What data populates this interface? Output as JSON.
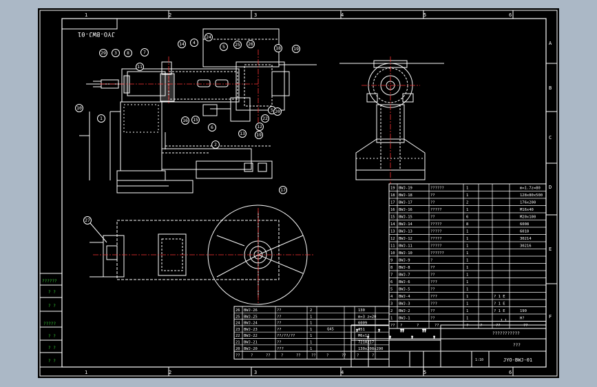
{
  "window": {
    "background_color": "#abb8c6",
    "canvas_color": "#000000"
  },
  "frame": {
    "column_numbers": [
      "1",
      "2",
      "3",
      "4",
      "5",
      "6"
    ],
    "row_letters": [
      "A",
      "B",
      "C",
      "D",
      "E",
      "F"
    ]
  },
  "drawing_code": "JYO-BWJ-01",
  "drawing_code_mirrored": "JYO-BWJ-01",
  "balloons_front": [
    "29",
    "3",
    "8",
    "7",
    "11",
    "14",
    "4",
    "24",
    "5",
    "25",
    "26",
    "18",
    "19",
    "10",
    "1",
    "16",
    "15",
    "6",
    "13",
    "19",
    "22",
    "5",
    "20",
    "12",
    "2",
    "17"
  ],
  "balloon_top": "27",
  "bom_right": [
    {
      "no": "19",
      "code": "BWJ-19",
      "name": "??????",
      "qty": "1",
      "mat": "",
      "spec": "m=1.7z=80"
    },
    {
      "no": "18",
      "code": "BWJ-18",
      "name": "??",
      "qty": "1",
      "mat": "",
      "spec": "128x80x500"
    },
    {
      "no": "17",
      "code": "BWJ-17",
      "name": "??",
      "qty": "2",
      "mat": "",
      "spec": "176x200"
    },
    {
      "no": "16",
      "code": "BWJ-16",
      "name": "?????",
      "qty": "1",
      "mat": "",
      "spec": "M16x40"
    },
    {
      "no": "15",
      "code": "BWJ-15",
      "name": "??",
      "qty": "6",
      "mat": "",
      "spec": "M20x100"
    },
    {
      "no": "14",
      "code": "BWJ-14",
      "name": "?????",
      "qty": "8",
      "mat": "",
      "spec": "6008"
    },
    {
      "no": "13",
      "code": "BWJ-13",
      "name": "?????",
      "qty": "1",
      "mat": "",
      "spec": "6010"
    },
    {
      "no": "12",
      "code": "BWJ-12",
      "name": "?????",
      "qty": "1",
      "mat": "",
      "spec": "30214"
    },
    {
      "no": "11",
      "code": "BWJ-11",
      "name": "?????",
      "qty": "1",
      "mat": "",
      "spec": "30216"
    },
    {
      "no": "10",
      "code": "BWJ-10",
      "name": "??????",
      "qty": "1",
      "mat": "",
      "spec": ""
    },
    {
      "no": "9",
      "code": "BWJ-9",
      "name": "?",
      "qty": "1",
      "mat": "",
      "spec": ""
    },
    {
      "no": "8",
      "code": "BWJ-8",
      "name": "??",
      "qty": "1",
      "mat": "",
      "spec": ""
    },
    {
      "no": "7",
      "code": "BWJ-7",
      "name": "??",
      "qty": "1",
      "mat": "",
      "spec": ""
    },
    {
      "no": "6",
      "code": "BWJ-6",
      "name": "???",
      "qty": "1",
      "mat": "",
      "spec": ""
    },
    {
      "no": "5",
      "code": "BWJ-5",
      "name": "??",
      "qty": "1",
      "mat": "",
      "spec": ""
    },
    {
      "no": "4",
      "code": "BWJ-4",
      "name": "???",
      "qty": "1",
      "mat": "? 1 E",
      "spec": ""
    },
    {
      "no": "3",
      "code": "BWJ-3",
      "name": "???",
      "qty": "1",
      "mat": "? 1 E",
      "spec": ""
    },
    {
      "no": "2",
      "code": "BWJ-2",
      "name": "??",
      "qty": "1",
      "mat": "? 1 E",
      "spec": "190"
    },
    {
      "no": "1",
      "code": "BWJ-1",
      "name": "??",
      "qty": "1",
      "mat": "",
      "spec": "H?"
    }
  ],
  "bom_right_header": [
    "??",
    "?",
    "?",
    "??",
    "?",
    "?",
    "??",
    "??"
  ],
  "bom_bottom": [
    {
      "no": "26",
      "code": "BWJ-26",
      "name": "??",
      "qty": "2",
      "spec": "130"
    },
    {
      "no": "25",
      "code": "BWJ-25",
      "name": "??",
      "qty": "1",
      "spec": "m=3 z=20"
    },
    {
      "no": "24",
      "code": "BWJ-24",
      "name": "??",
      "qty": "1",
      "spec": "6009"
    },
    {
      "no": "23",
      "code": "BWJ-23",
      "name": "??",
      "qty": "1",
      "spec": "Φ51"
    },
    {
      "no": "22",
      "code": "BWJ-22",
      "name": "??/??/??",
      "qty": "1",
      "spec": "M6x12"
    },
    {
      "no": "21",
      "code": "BWJ-21",
      "name": "??",
      "qty": "1",
      "spec": "7210217"
    },
    {
      "no": "20",
      "code": "BWJ-20",
      "name": "???",
      "qty": "1",
      "spec": "130x208x290"
    }
  ],
  "bom_bottom_material": "Q45",
  "bom_bottom_header": [
    "??",
    "?",
    "??",
    "?",
    "??",
    "??",
    "?",
    "??",
    "?",
    "?"
  ],
  "title_block": {
    "title": "???????????",
    "subtitle": "???",
    "code": "JYO-BWJ-01",
    "scale_label": "1:10",
    "sheet": "1 1",
    "small_cells": [
      "?",
      "?",
      "?",
      "?",
      "??",
      "?",
      "??",
      "?"
    ]
  },
  "left_stamp": {
    "rows": [
      "??????",
      "? ?",
      "? ?",
      "?????",
      "? ?",
      "? ?",
      "? ?"
    ],
    "highlight_color": "#33cc33"
  },
  "colors": {
    "linework": "#ffffff",
    "centerline": "#ff3333",
    "balloons": "#ffffff"
  }
}
